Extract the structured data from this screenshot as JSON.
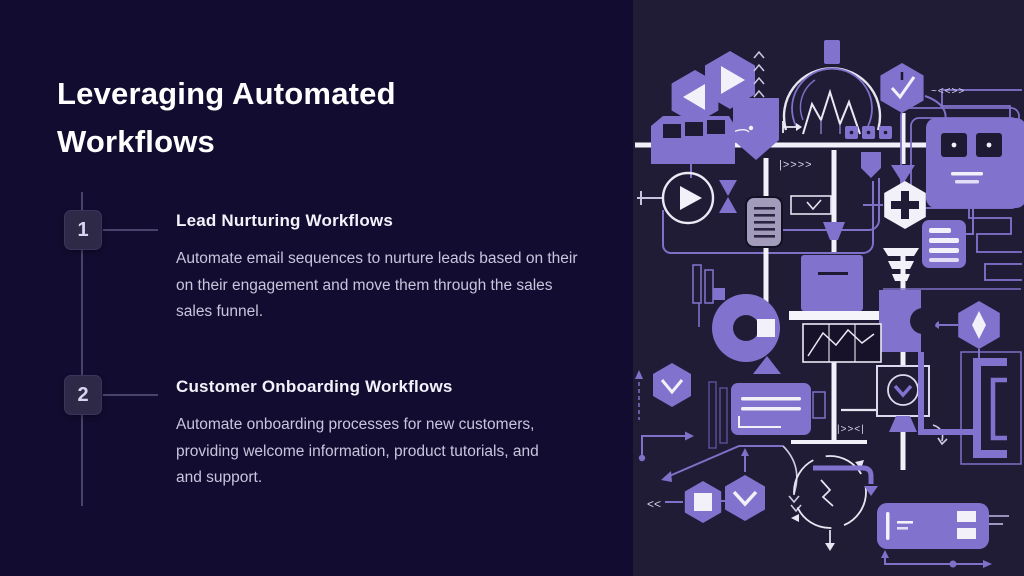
{
  "slide": {
    "title": "Leveraging Automated Workflows",
    "items": [
      {
        "number": "1",
        "heading": "Lead Nurturing Workflows",
        "body": "Automate email sequences to nurture leads based on their\non their engagement and move them through the sales\nsales funnel."
      },
      {
        "number": "2",
        "heading": "Customer Onboarding Workflows",
        "body": "Automate onboarding processes for new customers,\nproviding welcome information, product tutorials, and\nand support."
      }
    ]
  },
  "colors": {
    "background_left": "#120d30",
    "background_right": "#211c36",
    "accent_purple": "#8172ce",
    "line_purple": "#7f70c8",
    "timeline_line": "#47436b",
    "step_box_bg": "#2d2947",
    "title_text": "#ffffff",
    "body_text": "#c9c5dd",
    "white_shapes": "#f2f0f8"
  },
  "illustration": {
    "description": "Abstract automated-workflow circuit diagram with purple nodes",
    "glyphs": {
      "arrows_right": "|>>>>",
      "arrows_mixed": "~<<>>",
      "arrows_small": "|>><|",
      "arrows_left": "<<"
    },
    "icons": [
      "hexagon-play-left",
      "hexagon-play-right",
      "shield-marker",
      "gauge-arc-chart",
      "hexagon-check",
      "robot-card",
      "train-node",
      "play-circle",
      "hourglass",
      "document-list",
      "checkbox",
      "funnel-white",
      "plus-shield",
      "list-card",
      "diamond-hexagon",
      "gear-donut",
      "chart-machine",
      "message-card",
      "approval-checkbox",
      "sync-circle",
      "hexagon-stop",
      "hexagon-chevron",
      "terminal-device",
      "circuit-maze",
      "bracket-frame"
    ]
  }
}
